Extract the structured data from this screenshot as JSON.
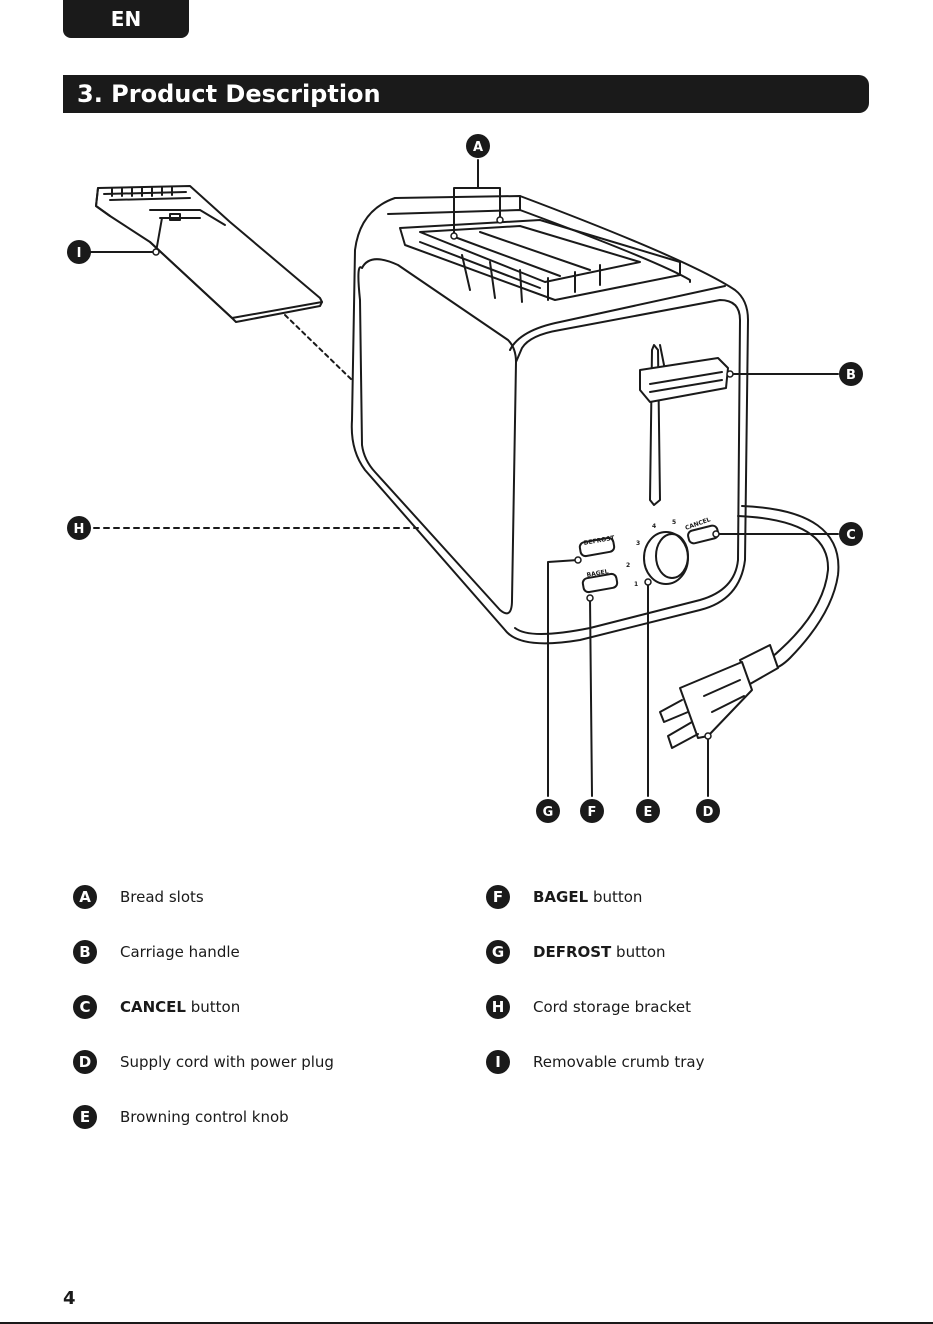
{
  "language_tab": "EN",
  "section_title": "3. Product Description",
  "diagram": {
    "callouts": [
      "A",
      "B",
      "C",
      "D",
      "E",
      "F",
      "G",
      "H",
      "I"
    ],
    "panel_labels": {
      "defrost": "DEFROST",
      "bagel": "BAGEL",
      "cancel": "CANCEL",
      "dial_1": "1",
      "dial_2": "2",
      "dial_3": "3",
      "dial_4": "4",
      "dial_5": "5"
    }
  },
  "legend": [
    {
      "letter": "A",
      "bold": "",
      "text": "Bread slots"
    },
    {
      "letter": "B",
      "bold": "",
      "text": "Carriage handle"
    },
    {
      "letter": "C",
      "bold": "CANCEL",
      "text": " button"
    },
    {
      "letter": "D",
      "bold": "",
      "text": "Supply cord with power plug"
    },
    {
      "letter": "E",
      "bold": "",
      "text": "Browning control knob"
    },
    {
      "letter": "F",
      "bold": "BAGEL",
      "text": " button"
    },
    {
      "letter": "G",
      "bold": "DEFROST",
      "text": " button"
    },
    {
      "letter": "H",
      "bold": "",
      "text": "Cord storage bracket"
    },
    {
      "letter": "I",
      "bold": "",
      "text": "Removable crumb tray"
    }
  ],
  "page_number": "4"
}
